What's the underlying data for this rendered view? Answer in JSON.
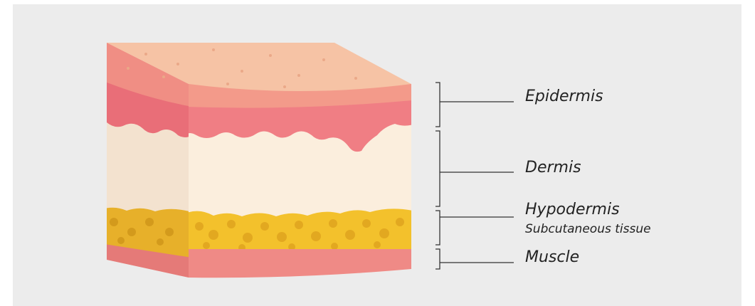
{
  "labels": {
    "epidermis": "Epidermis",
    "dermis": "Dermis",
    "hypodermis": "Hypodermis",
    "subcutaneous": "Subcutaneous tissue",
    "muscle": "Muscle"
  },
  "colors": {
    "background": "#ececec",
    "skin_top": "#f6c3a5",
    "epidermis_pink": "#f07e84",
    "dermis": "#fbeedd",
    "fat_yellow": "#f3c12c",
    "muscle": "#ef8a86",
    "line": "#333333"
  }
}
